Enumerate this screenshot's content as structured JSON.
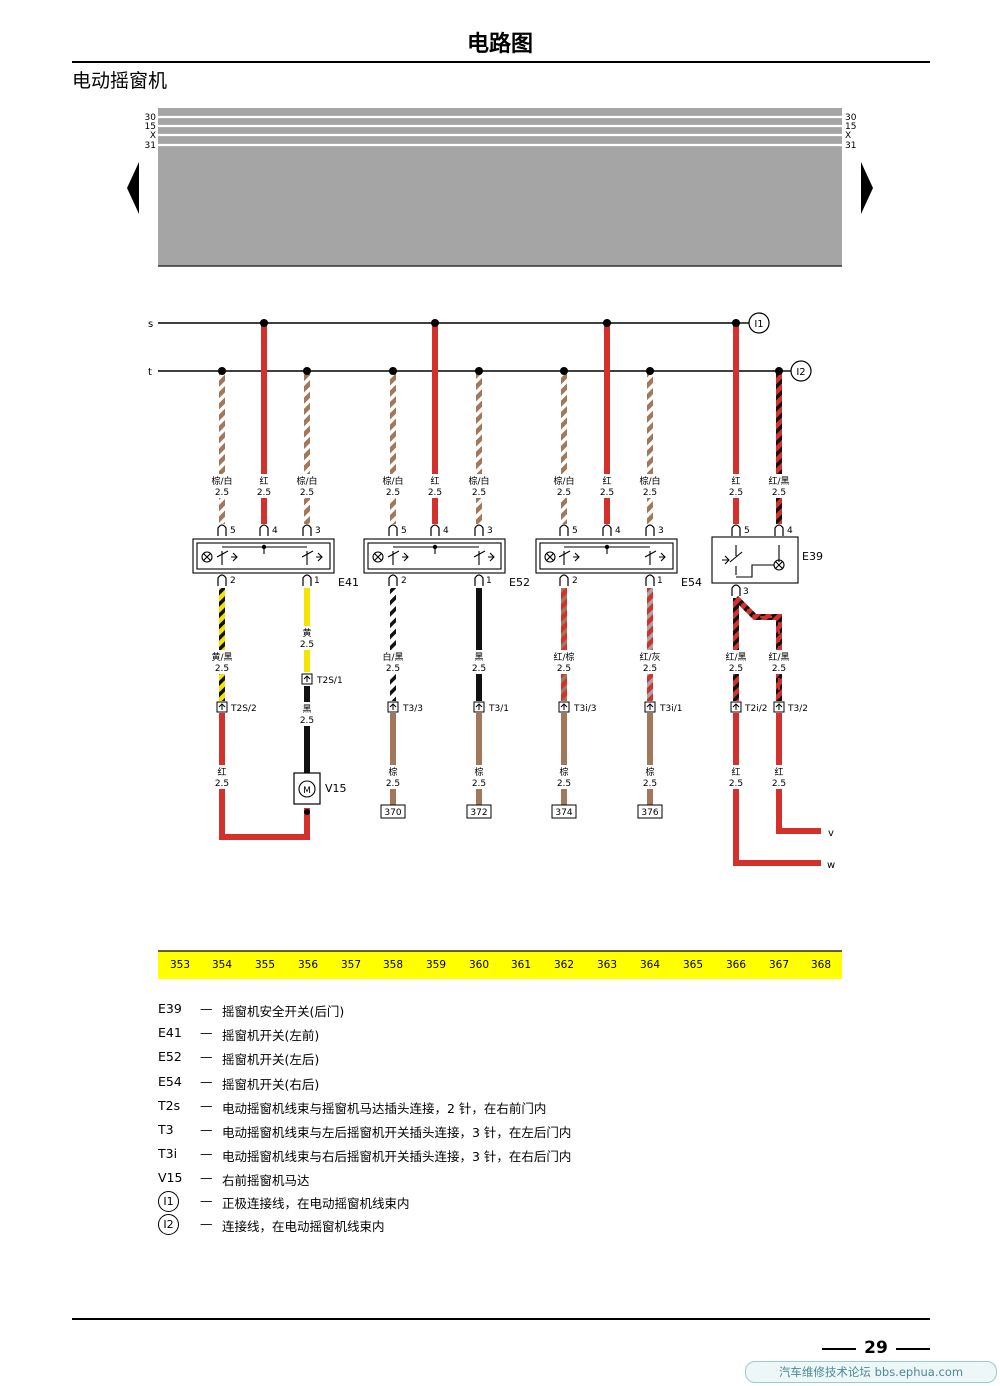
{
  "header": {
    "title": "电路图",
    "section": "电动摇窗机"
  },
  "bus": {
    "left_labels": [
      "30",
      "15",
      "X",
      "31"
    ],
    "right_labels": [
      "30",
      "15",
      "X",
      "31"
    ]
  },
  "rails": {
    "s_label": "s",
    "t_label": "t",
    "i1_label": "I1",
    "i2_label": "I2"
  },
  "wire_labels": [
    {
      "color": "棕/白",
      "size": "2.5"
    },
    {
      "color": "红",
      "size": "2.5"
    },
    {
      "color": "棕/白",
      "size": "2.5"
    },
    {
      "color": "棕/白",
      "size": "2.5"
    },
    {
      "color": "红",
      "size": "2.5"
    },
    {
      "color": "棕/白",
      "size": "2.5"
    },
    {
      "color": "棕/白",
      "size": "2.5"
    },
    {
      "color": "红",
      "size": "2.5"
    },
    {
      "color": "棕/白",
      "size": "2.5"
    },
    {
      "color": "红",
      "size": "2.5"
    },
    {
      "color": "红/黑",
      "size": "2.5"
    },
    {
      "color": "黄/黑",
      "size": "2.5"
    },
    {
      "color": "黄",
      "size": "2.5"
    },
    {
      "color": "黑",
      "size": "2.5"
    },
    {
      "color": "白/黑",
      "size": "2.5"
    },
    {
      "color": "黑",
      "size": "2.5"
    },
    {
      "color": "红/棕",
      "size": "2.5"
    },
    {
      "color": "红/灰",
      "size": "2.5"
    },
    {
      "color": "红/黑",
      "size": "2.5"
    },
    {
      "color": "红/黑",
      "size": "2.5"
    },
    {
      "color": "红",
      "size": "2.5"
    },
    {
      "color": "棕",
      "size": "2.5"
    },
    {
      "color": "棕",
      "size": "2.5"
    },
    {
      "color": "棕",
      "size": "2.5"
    },
    {
      "color": "棕",
      "size": "2.5"
    },
    {
      "color": "红",
      "size": "2.5"
    },
    {
      "color": "红",
      "size": "2.5"
    }
  ],
  "pins": [
    "5",
    "4",
    "3",
    "5",
    "4",
    "3",
    "5",
    "4",
    "3",
    "5",
    "4",
    "2",
    "1",
    "2",
    "1",
    "2",
    "1",
    "3"
  ],
  "components": {
    "e41": "E41",
    "e52": "E52",
    "e54": "E54",
    "e39": "E39",
    "v15": "V15",
    "motor": "M"
  },
  "connectors": [
    "T2S/2",
    "T2S/1",
    "T3/3",
    "T3/1",
    "T3i/3",
    "T3i/1",
    "T2i/2",
    "T3/2"
  ],
  "refs": [
    "370",
    "372",
    "374",
    "376"
  ],
  "outputs": {
    "v": "v",
    "w": "w"
  },
  "scale": [
    "353",
    "354",
    "355",
    "356",
    "357",
    "358",
    "359",
    "360",
    "361",
    "362",
    "363",
    "364",
    "365",
    "366",
    "367",
    "368"
  ],
  "legend": [
    {
      "code": "E39",
      "dash": "—",
      "desc": "摇窗机安全开关(后门)"
    },
    {
      "code": "E41",
      "dash": "—",
      "desc": "摇窗机开关(左前)"
    },
    {
      "code": "E52",
      "dash": "—",
      "desc": "摇窗机开关(左后)"
    },
    {
      "code": "E54",
      "dash": "—",
      "desc": "摇窗机开关(右后)"
    },
    {
      "code": "T2s",
      "dash": "—",
      "desc": "电动摇窗机线束与摇窗机马达插头连接，2 针，在右前门内"
    },
    {
      "code": "T3",
      "dash": "—",
      "desc": "电动摇窗机线束与左后摇窗机开关插头连接，3 针，在左后门内"
    },
    {
      "code": "T3i",
      "dash": "—",
      "desc": "电动摇窗机线束与右后摇窗机开关插头连接，3 针，在右后门内"
    },
    {
      "code": "V15",
      "dash": "—",
      "desc": "右前摇窗机马达"
    },
    {
      "code": "I1",
      "dash": "—",
      "desc": "正极连接线，在电动摇窗机线束内"
    },
    {
      "code": "I2",
      "dash": "—",
      "desc": "连接线，在电动摇窗机线束内"
    }
  ],
  "footer": {
    "page": "29",
    "watermark": "汽车维修技术论坛 bbs.ephua.com"
  },
  "colors": {
    "red": "#d4312c",
    "yellow": "#f5e400",
    "brown": "#a2775a",
    "black": "#111111",
    "white": "#ffffff",
    "grey": "#a6a6a6",
    "gray_panel": "#a5a5a5",
    "scale_bar": "#ffff00"
  }
}
